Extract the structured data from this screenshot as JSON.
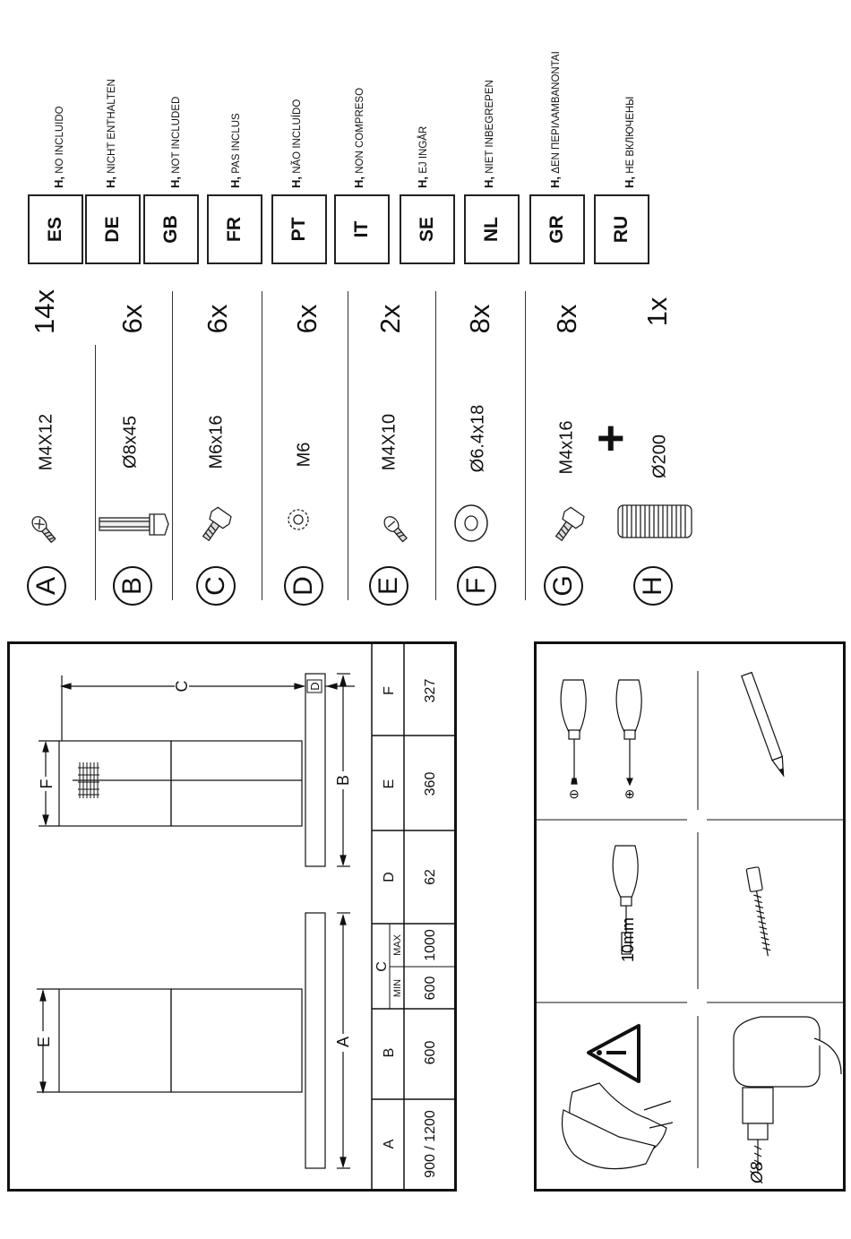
{
  "languages": [
    {
      "code": "ES",
      "prefix": "H,",
      "note": "NO INCLUIDO"
    },
    {
      "code": "DE",
      "prefix": "H,",
      "note": "NICHT ENTHALTEN"
    },
    {
      "code": "GB",
      "prefix": "H,",
      "note": "NOT INCLUDED"
    },
    {
      "code": "FR",
      "prefix": "H,",
      "note": "PAS INCLUS"
    },
    {
      "code": "PT",
      "prefix": "H,",
      "note": "NÃO INCLUÍDO"
    },
    {
      "code": "IT",
      "prefix": "H,",
      "note": "NON COMPRESO"
    },
    {
      "code": "SE",
      "prefix": "H,",
      "note": "EJ INGÅR"
    },
    {
      "code": "NL",
      "prefix": "H,",
      "note": "NIET INBEGREPEN"
    },
    {
      "code": "GR",
      "prefix": "H,",
      "note": "ΔΕΝ ΠΕΡΙΛΑΜΒΑΝΟΝΤΑΙ"
    },
    {
      "code": "RU",
      "prefix": "H,",
      "note": "НЕ ВКЛЮЧЕНЫ"
    }
  ],
  "parts": [
    {
      "letter": "A",
      "icon": "screw-icon",
      "size": "M4X12",
      "qty": "14x"
    },
    {
      "letter": "B",
      "icon": "anchor-bolt-icon",
      "size": "Ø8x45",
      "qty": "6x"
    },
    {
      "letter": "C",
      "icon": "hex-bolt-icon",
      "size": "M6x16",
      "qty": "6x"
    },
    {
      "letter": "D",
      "icon": "lock-washer-icon",
      "size": "M6",
      "qty": "6x"
    },
    {
      "letter": "E",
      "icon": "screw-icon",
      "size": "M4X10",
      "qty": "2x"
    },
    {
      "letter": "F",
      "icon": "flat-washer-icon",
      "size": "Ø6.4x18",
      "qty": "8x"
    },
    {
      "letter": "G",
      "icon": "hex-bolt-icon",
      "size": "M4x16",
      "qty": "8x"
    },
    {
      "letter": "H",
      "icon": "flexible-duct-icon",
      "size": "Ø200",
      "qty": "1x"
    }
  ],
  "plus_sign": "+",
  "diagram": {
    "dim_labels": {
      "A": "A",
      "B": "B",
      "C": "C",
      "D": "D",
      "E": "E",
      "F": "F"
    }
  },
  "dim_table": {
    "headers": [
      "A",
      "B",
      "C",
      "D",
      "E",
      "F"
    ],
    "c_sub": [
      "MIN",
      "MAX"
    ],
    "values": {
      "A": "900 / 1200",
      "B": "600",
      "C_min": "600",
      "C_max": "1000",
      "D": "62",
      "E": "360",
      "F": "327"
    }
  },
  "tools": {
    "drill_bit": "Ø8",
    "wrench_size": "10mm",
    "flat_symbol": "⊖",
    "phillips_symbol": "⊕"
  },
  "colors": {
    "ink": "#111111"
  }
}
